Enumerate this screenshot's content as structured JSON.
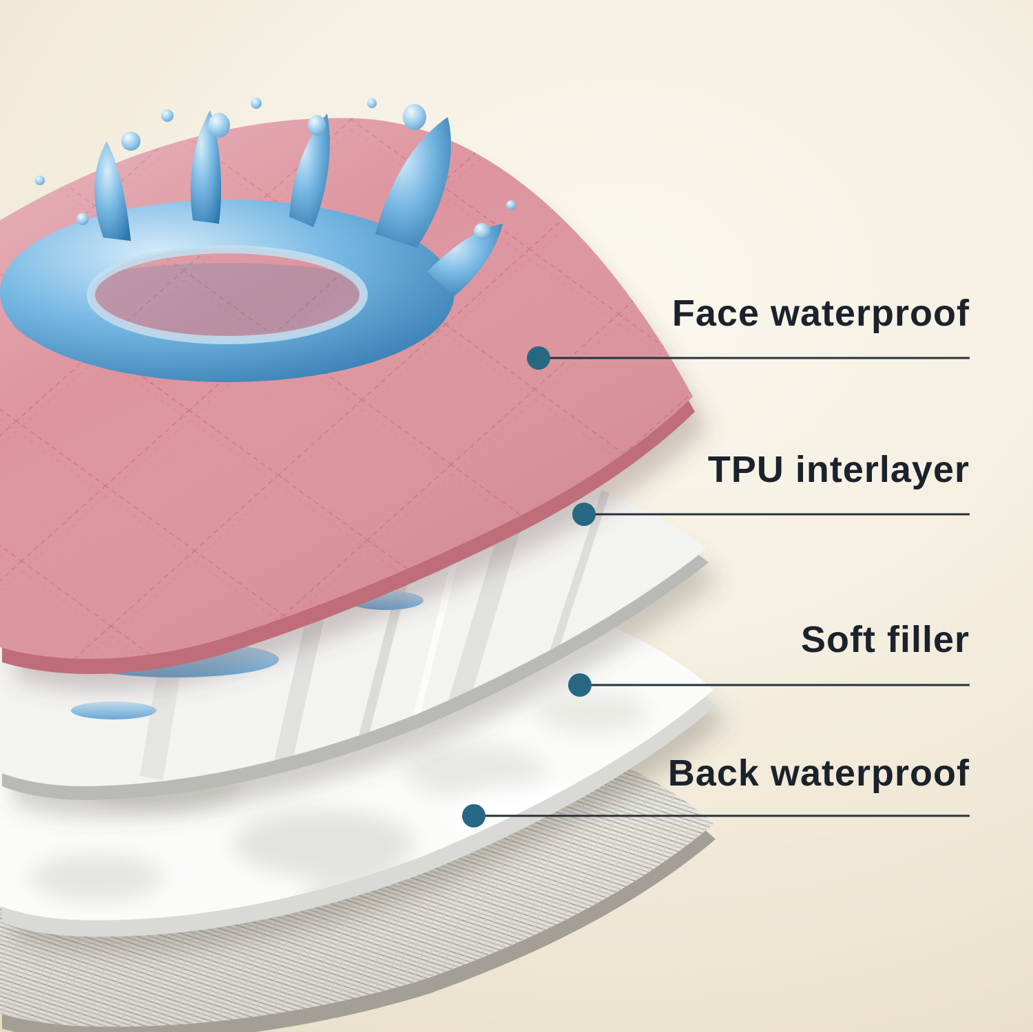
{
  "labels": [
    {
      "id": "face",
      "text": "Face waterproof"
    },
    {
      "id": "tpu",
      "text": "TPU interlayer"
    },
    {
      "id": "soft",
      "text": "Soft filler"
    },
    {
      "id": "back",
      "text": "Back waterproof"
    }
  ],
  "colors": {
    "background_center": "#f8f4e9",
    "background_edge": "#e2d7bd",
    "face_layer": "#dd949e",
    "face_layer_edge": "#c06d7a",
    "quilt_stitch": "#c4737f",
    "tpu_layer": "#f3f3f1",
    "tpu_layer_edge": "#b9b9b6",
    "soft_layer": "#fbfbfa",
    "soft_layer_edge": "#d9d9d6",
    "back_layer": "#e9e7e1",
    "back_layer_edge": "#a39f96",
    "water_blue": "#4f9cd1",
    "water_light": "#cfe9f7",
    "callout_dot": "#266884",
    "callout_line": "#25323c",
    "label_text": "#1b222b"
  }
}
